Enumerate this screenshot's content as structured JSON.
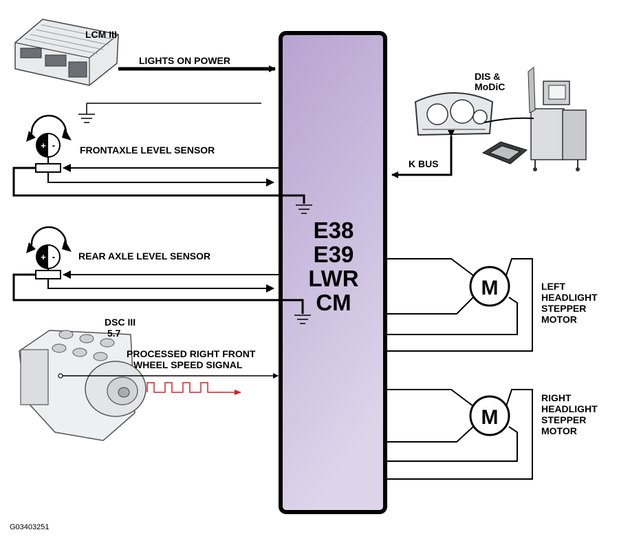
{
  "module": {
    "lines": [
      "E38",
      "E39",
      "LWR",
      "CM"
    ],
    "fill_top": "#b7a3d1",
    "fill_bottom": "#ddd4ea"
  },
  "lcm": {
    "title": "LCM III",
    "signal": "LIGHTS ON POWER"
  },
  "diagnostics": {
    "title_line1": "DIS &",
    "title_line2": "MoDiC",
    "bus": "K BUS"
  },
  "front_sensor": {
    "label": "FRONTAXLE LEVEL SENSOR",
    "plus": "+",
    "minus": "-"
  },
  "rear_sensor": {
    "label": "REAR AXLE LEVEL SENSOR",
    "plus": "+",
    "minus": "-"
  },
  "dsc": {
    "title_line1": "DSC III",
    "title_line2": "5.7",
    "signal_line1": "PROCESSED RIGHT FRONT",
    "signal_line2": "WHEEL SPEED SIGNAL",
    "pulse_color": "#d2232a"
  },
  "left_motor": {
    "symbol": "M",
    "line1": "LEFT",
    "line2": "HEADLIGHT",
    "line3": "STEPPER",
    "line4": "MOTOR"
  },
  "right_motor": {
    "symbol": "M",
    "line1": "RIGHT",
    "line2": "HEADLIGHT",
    "line3": "STEPPER",
    "line4": "MOTOR"
  },
  "figure_id": "G03403251"
}
